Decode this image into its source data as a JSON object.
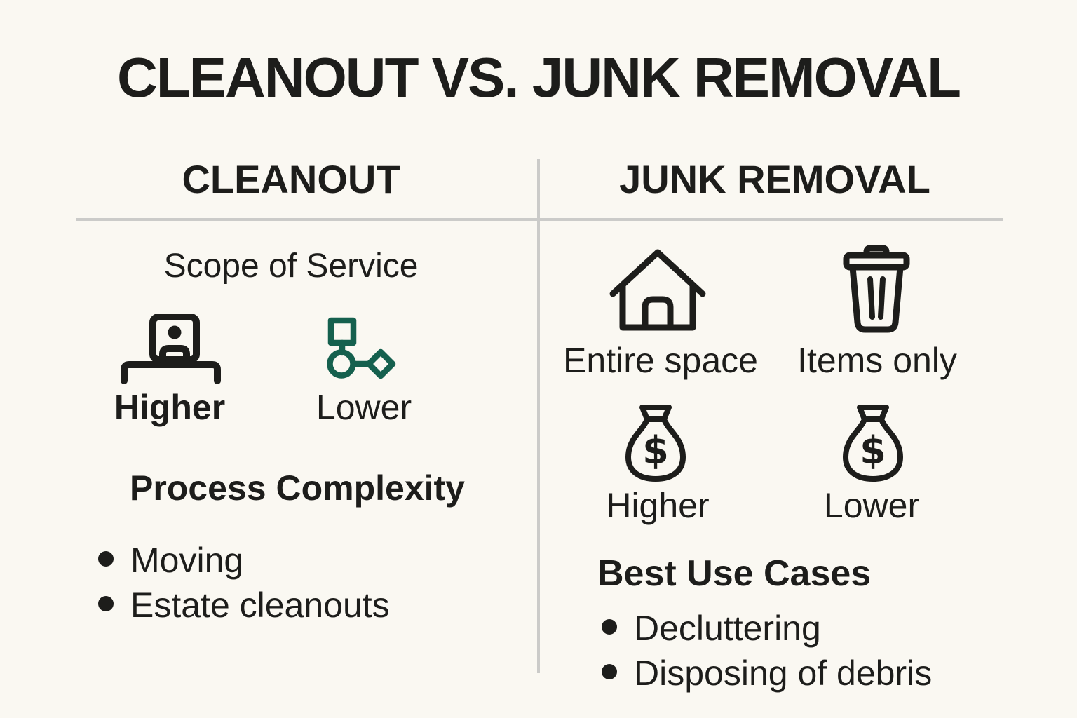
{
  "meta": {
    "background_color": "#FAF8F2",
    "ink_color": "#1D1D1B",
    "divider_color": "#CBCBC9",
    "accent_teal": "#15604E"
  },
  "title": "CLEANOUT VS. JUNK REMOVAL",
  "left": {
    "header": "CLEANOUT",
    "scope": {
      "heading": "Scope of Service",
      "items": [
        {
          "icon": "box-on-shelf-icon",
          "label": "Higher"
        },
        {
          "icon": "flowchart-icon",
          "label": "Lower"
        }
      ]
    },
    "process": {
      "heading": "Process Complexity",
      "bullets": [
        "Moving",
        "Estate cleanouts"
      ]
    }
  },
  "right": {
    "header": "JUNK REMOVAL",
    "scope_items": [
      {
        "icon": "house-icon",
        "label": "Entire space"
      },
      {
        "icon": "trash-can-icon",
        "label": "Items only"
      }
    ],
    "cost_items": [
      {
        "icon": "money-bag-icon",
        "label": "Higher"
      },
      {
        "icon": "money-bag-icon",
        "label": "Lower"
      }
    ],
    "use_cases": {
      "heading": "Best Use Cases",
      "bullets": [
        "Decluttering",
        "Disposing of debris"
      ]
    }
  }
}
